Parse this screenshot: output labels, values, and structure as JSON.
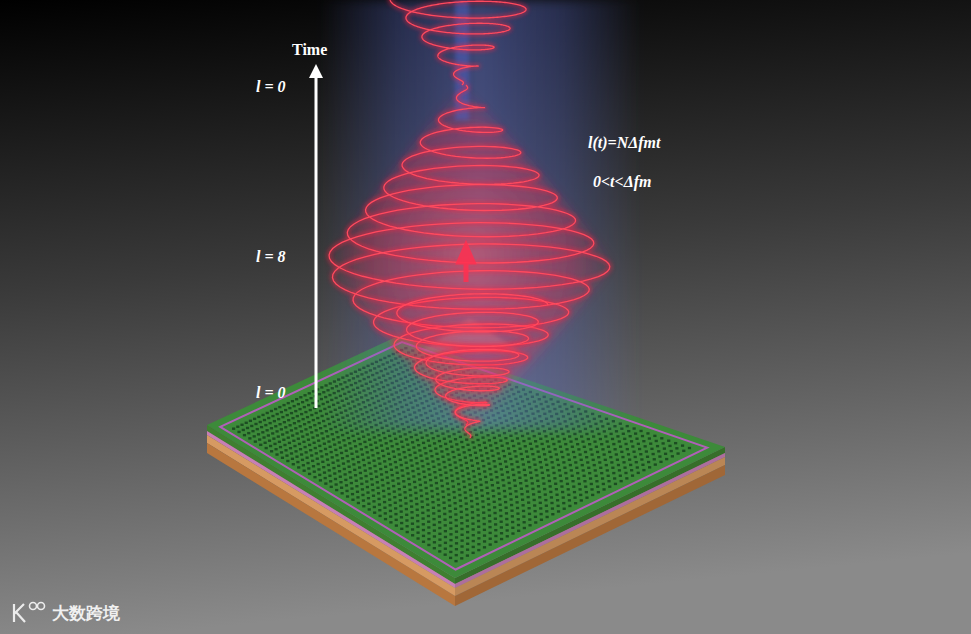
{
  "diagram": {
    "labels": [
      "Time",
      "l = 0",
      "l(t)=NΔfmt",
      "0<t<Δfm",
      "l = 8",
      "l = 0",
      "大数跨境"
    ]
  }
}
